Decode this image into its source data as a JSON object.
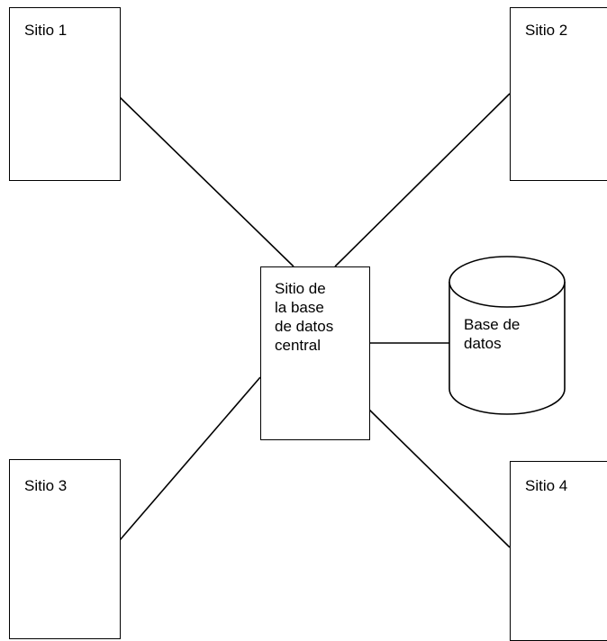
{
  "diagram": {
    "sites": {
      "site1": "Sitio 1",
      "site2": "Sitio 2",
      "site3": "Sitio 3",
      "site4": "Sitio 4"
    },
    "central_site": "Sitio de\nla base\nde datos\ncentral",
    "database": "Base de\ndatos"
  }
}
